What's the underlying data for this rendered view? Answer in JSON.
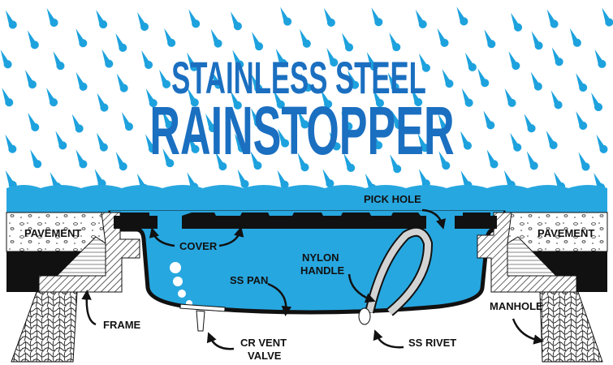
{
  "title": {
    "line1": "STAINLESS STEEL",
    "line2": "RAINSTOPPER"
  },
  "labels": {
    "pick_hole": "PICK HOLE",
    "pavement_left": "PAVEMENT",
    "pavement_right": "PAVEMENT",
    "cover": "COVER",
    "nylon_handle_1": "NYLON",
    "nylon_handle_2": "HANDLE",
    "ss_pan": "SS PAN",
    "frame": "FRAME",
    "cr_vent_valve_1": "CR VENT",
    "cr_vent_valve_2": "VALVE",
    "ss_rivet": "SS RIVET",
    "manhole": "MANHOLE"
  },
  "colors": {
    "title": "#1b6fc0",
    "water": "#27a7e0",
    "drop": "#1ea2de",
    "ink": "#111111"
  }
}
